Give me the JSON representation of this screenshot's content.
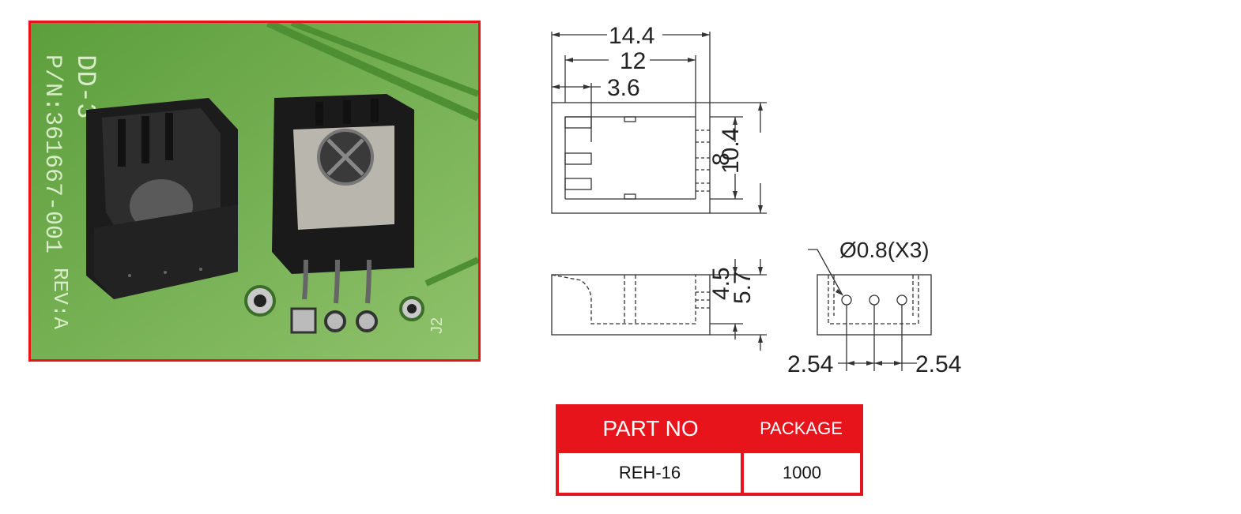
{
  "photo": {
    "board_text": [
      "DD-3",
      "P/N:361667-001",
      "REV:A",
      "J2"
    ],
    "border_color": "#e8141c"
  },
  "drawing": {
    "dims": {
      "width_outer": "14.4",
      "width_inner": "12",
      "offset": "3.6",
      "height_inner": "8",
      "height_outer": "10.4",
      "depth_inner": "4.5",
      "depth_outer": "5.7",
      "hole": "Ø0.8(X3)",
      "pitch_left": "2.54",
      "pitch_right": "2.54"
    }
  },
  "table": {
    "headers": [
      "PART NO",
      "PACKAGE"
    ],
    "rows": [
      [
        "REH-16",
        "1000"
      ]
    ],
    "header_color": "#e8141c"
  }
}
